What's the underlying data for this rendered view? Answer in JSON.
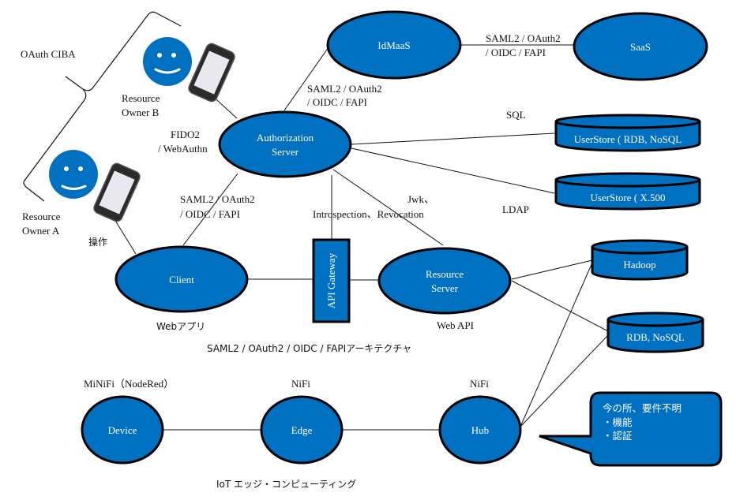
{
  "colors": {
    "node_fill": "#0070C0",
    "node_stroke": "#000000",
    "face_fill": "#0070C0",
    "text_on_node": "#FFFFFF"
  },
  "labels": {
    "oauth_ciba": "OAuth CIBA",
    "resource_owner_b": [
      "Resource",
      "Owner B"
    ],
    "resource_owner_a": [
      "Resource",
      "Owner A"
    ],
    "fido2": [
      "FIDO2",
      "/ WebAuthn"
    ],
    "sousa": "操作",
    "saml_idmaas": [
      "SAML2 / OAuth2",
      "/ OIDC / FAPI"
    ],
    "saml_saas": [
      "SAML2 / OAuth2",
      "/ OIDC / FAPI"
    ],
    "saml_client": [
      "SAML2 / OAuth2",
      "/ OIDC / FAPI"
    ],
    "sql": "SQL",
    "ldap": "LDAP",
    "jwk": [
      "Jwk、",
      "Introspection、Revocation"
    ],
    "webapp": "Webアプリ",
    "webapi": "Web API",
    "arch_title": "SAML2 / OAuth2 / OIDC / FAPIアーキテクチャ",
    "minifi": "MiNiFi（NodeRed）",
    "nifi_edge": "NiFi",
    "nifi_hub": "NiFi",
    "iot_title": "IoT エッジ・コンピューティング"
  },
  "nodes": {
    "idmaas": "IdMaaS",
    "saas": "SaaS",
    "authz": [
      "Authorization",
      "Server"
    ],
    "client": "Client",
    "api_gateway": "API Gateway",
    "resource_server": [
      "Resource",
      "Server"
    ],
    "userstore_rdb": "UserStore ( RDB, NoSQL",
    "userstore_x500": "UserStore ( X.500",
    "hadoop": "Hadoop",
    "rdb_nosql": "RDB, NoSQL",
    "device": "Device",
    "edge": "Edge",
    "hub": "Hub"
  },
  "callout": {
    "lines": [
      "今の所、要件不明",
      "・機能",
      "・認証"
    ]
  }
}
